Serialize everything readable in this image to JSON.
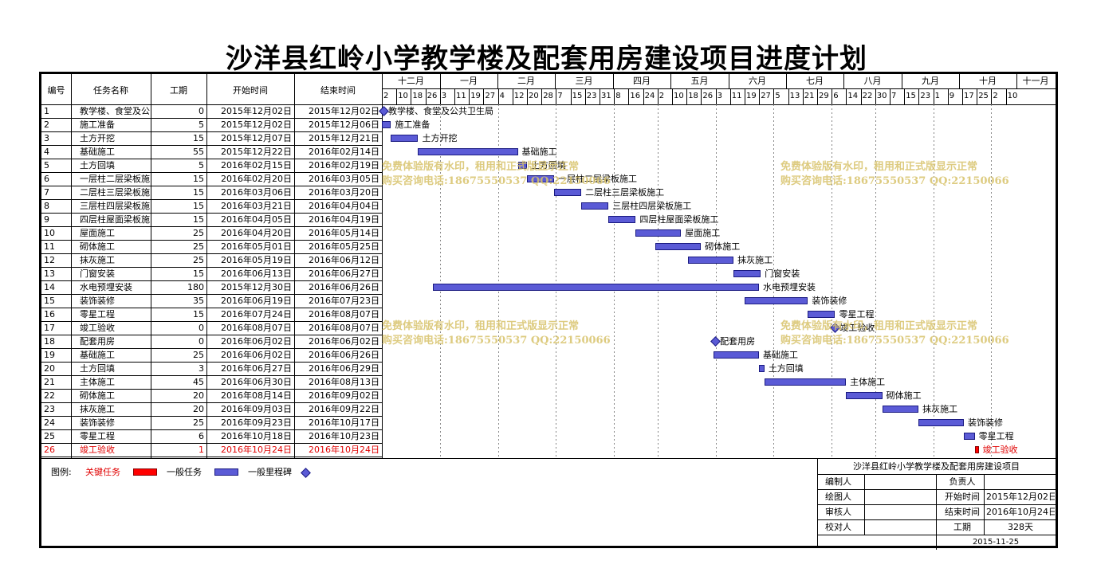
{
  "title": "沙洋县红岭小学教学楼及配套用房建设项目进度计划",
  "headers": {
    "id": "编号",
    "name": "任务名称",
    "duration": "工期",
    "start": "开始时间",
    "end": "结束时间"
  },
  "months": [
    "十二月",
    "一月",
    "二月",
    "三月",
    "四月",
    "五月",
    "六月",
    "七月",
    "八月",
    "九月",
    "十月",
    "十一月"
  ],
  "days": [
    "2",
    "10",
    "18",
    "26",
    "3",
    "11",
    "19",
    "27",
    "4",
    "12",
    "20",
    "28",
    "7",
    "15",
    "23",
    "31",
    "8",
    "16",
    "24",
    "2",
    "10",
    "18",
    "26",
    "3",
    "11",
    "19",
    "27",
    "5",
    "13",
    "21",
    "29",
    "6",
    "14",
    "22",
    "30",
    "7",
    "15",
    "23",
    "1",
    "9",
    "17",
    "25",
    "2",
    "10"
  ],
  "tasks": [
    {
      "id": "1",
      "name": "教学楼、食堂及公共卫生局",
      "duration": "0",
      "start": "2015年12月02日",
      "end": "2015年12月02日",
      "bar_label": "教学楼、食堂及公共卫生局",
      "milestone": true,
      "critical": false,
      "s": 0,
      "e": 0
    },
    {
      "id": "2",
      "name": "施工准备",
      "duration": "5",
      "start": "2015年12月02日",
      "end": "2015年12月06日",
      "bar_label": "施工准备",
      "milestone": false,
      "critical": false,
      "s": 0,
      "e": 5
    },
    {
      "id": "3",
      "name": "土方开挖",
      "duration": "15",
      "start": "2015年12月07日",
      "end": "2015年12月21日",
      "bar_label": "土方开挖",
      "milestone": false,
      "critical": false,
      "s": 5,
      "e": 20
    },
    {
      "id": "4",
      "name": "基础施工",
      "duration": "55",
      "start": "2015年12月22日",
      "end": "2016年02月14日",
      "bar_label": "基础施工",
      "milestone": false,
      "critical": false,
      "s": 20,
      "e": 75
    },
    {
      "id": "5",
      "name": "土方回填",
      "duration": "5",
      "start": "2016年02月15日",
      "end": "2016年02月19日",
      "bar_label": "土方回填",
      "milestone": false,
      "critical": false,
      "s": 75,
      "e": 80
    },
    {
      "id": "6",
      "name": "一层柱二层梁板施工",
      "duration": "15",
      "start": "2016年02月20日",
      "end": "2016年03月05日",
      "bar_label": "一层柱二层梁板施工",
      "milestone": false,
      "critical": false,
      "s": 80,
      "e": 95
    },
    {
      "id": "7",
      "name": "二层柱三层梁板施工",
      "duration": "15",
      "start": "2016年03月06日",
      "end": "2016年03月20日",
      "bar_label": "二层柱三层梁板施工",
      "milestone": false,
      "critical": false,
      "s": 95,
      "e": 110
    },
    {
      "id": "8",
      "name": "三层柱四层梁板施工",
      "duration": "15",
      "start": "2016年03月21日",
      "end": "2016年04月04日",
      "bar_label": "三层柱四层梁板施工",
      "milestone": false,
      "critical": false,
      "s": 110,
      "e": 125
    },
    {
      "id": "9",
      "name": "四层柱屋面梁板施工",
      "duration": "15",
      "start": "2016年04月05日",
      "end": "2016年04月19日",
      "bar_label": "四层柱屋面梁板施工",
      "milestone": false,
      "critical": false,
      "s": 125,
      "e": 140
    },
    {
      "id": "10",
      "name": "屋面施工",
      "duration": "25",
      "start": "2016年04月20日",
      "end": "2016年05月14日",
      "bar_label": "屋面施工",
      "milestone": false,
      "critical": false,
      "s": 140,
      "e": 165
    },
    {
      "id": "11",
      "name": "砌体施工",
      "duration": "25",
      "start": "2016年05月01日",
      "end": "2016年05月25日",
      "bar_label": "砌体施工",
      "milestone": false,
      "critical": false,
      "s": 151,
      "e": 176
    },
    {
      "id": "12",
      "name": "抹灰施工",
      "duration": "25",
      "start": "2016年05月19日",
      "end": "2016年06月12日",
      "bar_label": "抹灰施工",
      "milestone": false,
      "critical": false,
      "s": 169,
      "e": 194
    },
    {
      "id": "13",
      "name": "门窗安装",
      "duration": "15",
      "start": "2016年06月13日",
      "end": "2016年06月27日",
      "bar_label": "门窗安装",
      "milestone": false,
      "critical": false,
      "s": 194,
      "e": 209
    },
    {
      "id": "14",
      "name": "水电预埋安装",
      "duration": "180",
      "start": "2015年12月30日",
      "end": "2016年06月26日",
      "bar_label": "水电预埋安装",
      "milestone": false,
      "critical": false,
      "s": 28,
      "e": 208
    },
    {
      "id": "15",
      "name": "装饰装修",
      "duration": "35",
      "start": "2016年06月19日",
      "end": "2016年07月23日",
      "bar_label": "装饰装修",
      "milestone": false,
      "critical": false,
      "s": 200,
      "e": 235
    },
    {
      "id": "16",
      "name": "零星工程",
      "duration": "15",
      "start": "2016年07月24日",
      "end": "2016年08月07日",
      "bar_label": "零星工程",
      "milestone": false,
      "critical": false,
      "s": 235,
      "e": 250
    },
    {
      "id": "17",
      "name": "竣工验收",
      "duration": "0",
      "start": "2016年08月07日",
      "end": "2016年08月07日",
      "bar_label": "竣工验收",
      "milestone": true,
      "critical": false,
      "s": 249,
      "e": 249
    },
    {
      "id": "18",
      "name": "配套用房",
      "duration": "0",
      "start": "2016年06月02日",
      "end": "2016年06月02日",
      "bar_label": "配套用房",
      "milestone": true,
      "critical": false,
      "s": 183,
      "e": 183
    },
    {
      "id": "19",
      "name": "基础施工",
      "duration": "25",
      "start": "2016年06月02日",
      "end": "2016年06月26日",
      "bar_label": "基础施工",
      "milestone": false,
      "critical": false,
      "s": 183,
      "e": 208
    },
    {
      "id": "20",
      "name": "土方回填",
      "duration": "3",
      "start": "2016年06月27日",
      "end": "2016年06月29日",
      "bar_label": "土方回填",
      "milestone": false,
      "critical": false,
      "s": 208,
      "e": 211
    },
    {
      "id": "21",
      "name": "主体施工",
      "duration": "45",
      "start": "2016年06月30日",
      "end": "2016年08月13日",
      "bar_label": "主体施工",
      "milestone": false,
      "critical": false,
      "s": 211,
      "e": 256
    },
    {
      "id": "22",
      "name": "砌体施工",
      "duration": "20",
      "start": "2016年08月14日",
      "end": "2016年09月02日",
      "bar_label": "砌体施工",
      "milestone": false,
      "critical": false,
      "s": 256,
      "e": 276
    },
    {
      "id": "23",
      "name": "抹灰施工",
      "duration": "20",
      "start": "2016年09月03日",
      "end": "2016年09月22日",
      "bar_label": "抹灰施工",
      "milestone": false,
      "critical": false,
      "s": 276,
      "e": 296
    },
    {
      "id": "24",
      "name": "装饰装修",
      "duration": "25",
      "start": "2016年09月23日",
      "end": "2016年10月17日",
      "bar_label": "装饰装修",
      "milestone": false,
      "critical": false,
      "s": 296,
      "e": 321
    },
    {
      "id": "25",
      "name": "零星工程",
      "duration": "6",
      "start": "2016年10月18日",
      "end": "2016年10月23日",
      "bar_label": "零星工程",
      "milestone": false,
      "critical": false,
      "s": 321,
      "e": 327
    },
    {
      "id": "26",
      "name": "竣工验收",
      "duration": "1",
      "start": "2016年10月24日",
      "end": "2016年10月24日",
      "bar_label": "竣工验收",
      "milestone": false,
      "critical": true,
      "s": 327,
      "e": 328
    }
  ],
  "watermark": {
    "line1": "免费体验版有水印，租用和正式版显示正常",
    "line2": "购买咨询电话:18675550537 QQ:22150066"
  },
  "legend": {
    "label": "图例:",
    "critical": "关键任务",
    "normal": "一般任务",
    "milestone": "一般里程碑"
  },
  "info": {
    "project": "沙洋县红岭小学教学楼及配套用房建设项目",
    "editor_label": "编制人",
    "editor": "",
    "owner_label": "负责人",
    "owner": "",
    "drawer_label": "绘图人",
    "drawer": "",
    "start_label": "开始时间",
    "start": "2015年12月02日",
    "reviewer_label": "审核人",
    "reviewer": "",
    "end_label": "结束时间",
    "end": "2016年10月24日",
    "checker_label": "校对人",
    "checker": "",
    "duration_label": "工期",
    "duration": "328天",
    "date": "2015-11-25"
  },
  "colors": {
    "bar": "#5b5bd6",
    "critical": "#ff0000",
    "watermark": "#d8c36b"
  }
}
